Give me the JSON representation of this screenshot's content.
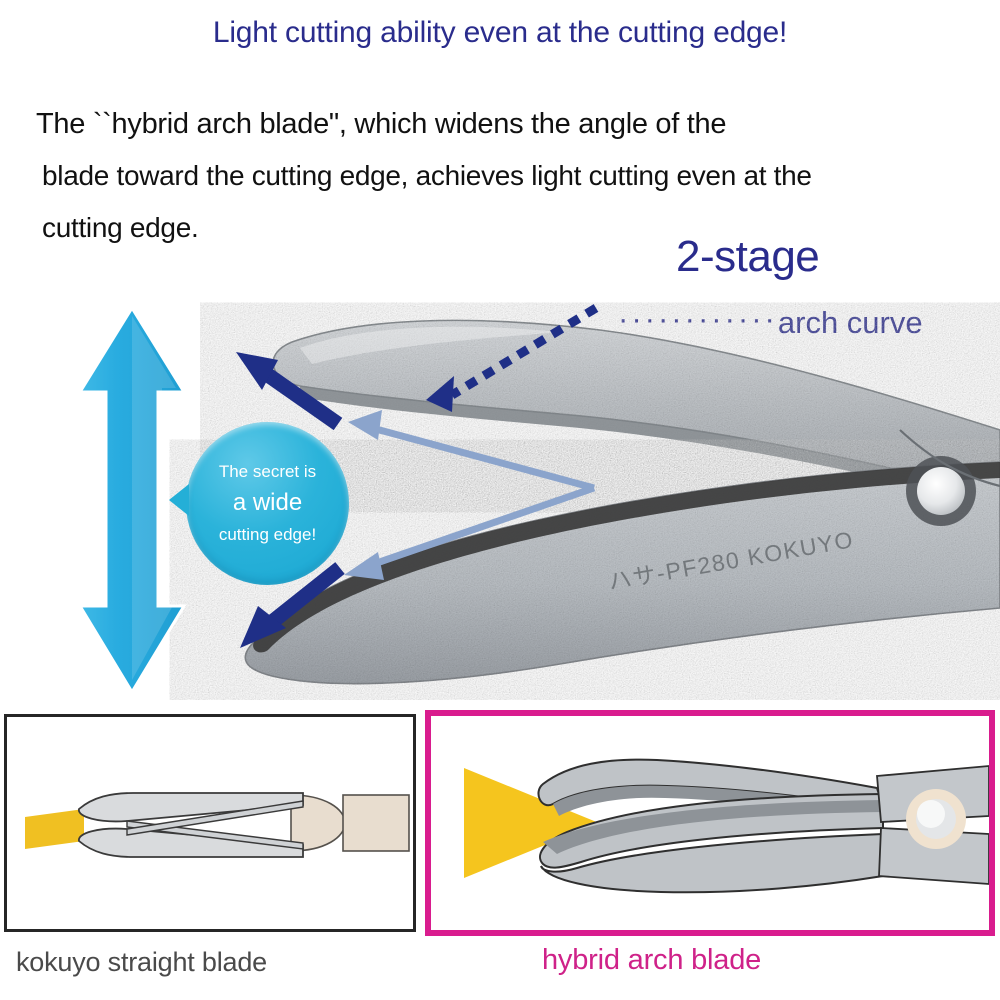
{
  "headline": "Light cutting ability even at the cutting edge!",
  "body": {
    "line1": "The ``hybrid arch blade\", which widens the angle of the",
    "line2": "blade toward the cutting edge, achieves light cutting even at the",
    "line3": "cutting edge."
  },
  "annotations": {
    "two_stage": "2-stage",
    "arch_curve_dots": "············",
    "arch_curve": "arch curve",
    "product_engraving": "ハサ-PF280 KOKUYO"
  },
  "bubble": {
    "line1": "The secret is",
    "line2": "a wide",
    "line3": "cutting edge!"
  },
  "panels": {
    "left": {
      "caption": "kokuyo straight blade"
    },
    "right": {
      "caption": "hybrid arch blade"
    }
  },
  "colors": {
    "headline_blue": "#2a2c8c",
    "navy_arrow": "#1f2f87",
    "light_blue_arrow": "#8ba4cc",
    "cyan_arrow": "#29ace0",
    "bubble_cyan": "#24afd7",
    "magenta": "#d91c8e",
    "yellow_wedge": "#f5c51e",
    "blade_gray": "#c3c6cb",
    "handle_cream": "#e8ddcf",
    "caption_gray": "#4a4a4a"
  },
  "icons": {
    "vertical_double_arrow": "cyan-double-arrow-icon",
    "dotted_arrow": "dotted-arrow-icon",
    "angle_arrow": "angle-indicator-arrow-icon",
    "wedge": "yellow-wedge-icon"
  }
}
